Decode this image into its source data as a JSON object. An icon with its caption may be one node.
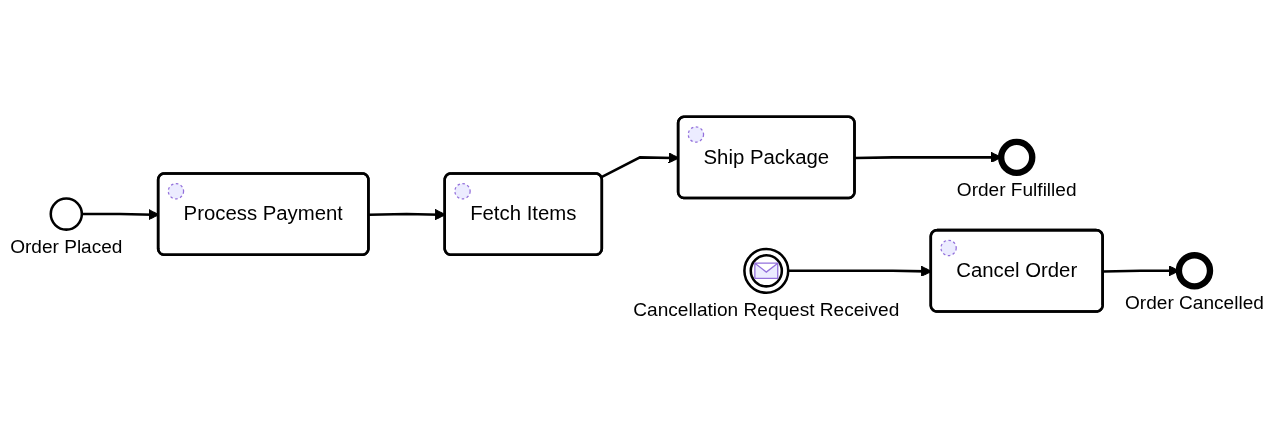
{
  "diagram": {
    "nodes": [
      {
        "text": [],
        "shape": "circle",
        "beside": [
          "Order Placed"
        ]
      },
      {
        "text": [
          "Process Payment"
        ]
      },
      {
        "text": [
          "Fetch Items"
        ]
      },
      {
        "text": [],
        "shape": "circle",
        "beside": [
          "Cancellation Request Received"
        ]
      },
      {
        "text": [
          "Ship Package"
        ]
      },
      {
        "text": [],
        "shape": "circle",
        "beside": [
          "Order Fulfilled"
        ]
      },
      {
        "text": [
          "Cancel Order"
        ]
      },
      {
        "text": [],
        "shape": "circle",
        "beside": [
          "Order Cancelled"
        ]
      }
    ],
    "edges": [
      {
        "from": 0,
        "to": 1,
        "arrow": "to"
      },
      {
        "from": 1,
        "to": 2,
        "arrow": "to"
      },
      {
        "from": 2,
        "to": 4,
        "arrow": "to"
      },
      {
        "from": 4,
        "to": 5,
        "arrow": "to"
      },
      {
        "from": 3,
        "to": 6,
        "arrow": "to"
      },
      {
        "from": 6,
        "to": 7,
        "arrow": "to"
      }
    ]
  }
}
